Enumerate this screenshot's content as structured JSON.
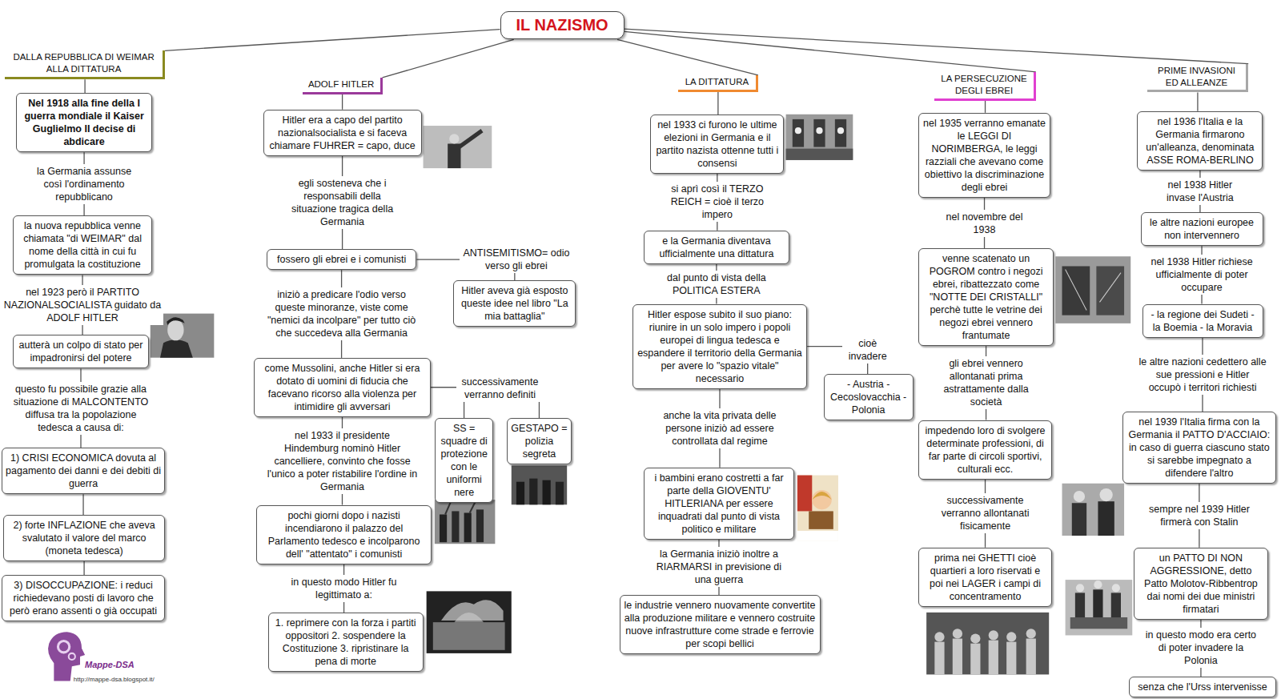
{
  "diagram": {
    "nodes": [
      {
        "text": [
          "IL NAZISMO"
        ]
      },
      {
        "text": [
          "DALLA REPUBBLICA DI WEIMAR ALLA DITTATURA"
        ]
      },
      {
        "text": [
          "Nel 1918 alla fine della I guerra mondiale il Kaiser Guglielmo II decise di abdicare"
        ]
      },
      {
        "text": [
          "la nuova repubblica venne chiamata \"di WEIMAR\" dal nome della città in cui fu promulgata la costituzione"
        ]
      },
      {
        "text": [
          "autterà un colpo di stato per impadronirsi del potere"
        ]
      },
      {
        "text": [
          "1) CRISI ECONOMICA dovuta al pagamento dei danni e dei debiti di guerra"
        ]
      },
      {
        "text": [
          "2) forte INFLAZIONE che aveva svalutato il valore del marco (moneta tedesca)"
        ]
      },
      {
        "text": [
          "3) DISOCCUPAZIONE: i reduci richiedevano posti di lavoro che però erano assenti o già occupati"
        ]
      },
      {
        "text": [
          "ADOLF HITLER"
        ]
      },
      {
        "text": [
          "Hitler era a capo del partito nazionalsocialista e si faceva chiamare FUHRER = capo, duce"
        ]
      },
      {
        "text": [
          "fossero gli ebrei e i comunisti"
        ]
      },
      {
        "text": [
          "Hitler aveva già esposto queste idee nel libro \"La mia battaglia\""
        ]
      },
      {
        "text": [
          "come Mussolini, anche Hitler si era dotato di uomini di fiducia che facevano ricorso alla violenza per intimidire gli avversari"
        ]
      },
      {
        "text": [
          "SS = squadre di protezione con le uniformi nere"
        ]
      },
      {
        "text": [
          "GESTAPO = polizia segreta"
        ]
      },
      {
        "text": [
          "pochi giorni dopo i nazisti incendiarono il palazzo del Parlamento tedesco e incolparono dell' \"attentato\" i comunisti"
        ]
      },
      {
        "text": [
          "1. reprimere con la forza i partiti oppositori 2. sospendere la Costituzione 3. ripristinare la pena di morte"
        ]
      },
      {
        "text": [
          "LA DITTATURA"
        ]
      },
      {
        "text": [
          "nel 1933 ci furono le ultime elezioni in Germania e il partito nazista ottenne tutti i consensi"
        ]
      },
      {
        "text": [
          "e la Germania diventava ufficialmente una dittatura"
        ]
      },
      {
        "text": [
          "Hitler espose subito il suo piano: riunire in un solo impero i popoli europei di lingua tedesca e espandere il territorio della Germania per avere lo \"spazio vitale\" necessario"
        ]
      },
      {
        "text": [
          "- Austria - Cecoslovacchia - Polonia"
        ]
      },
      {
        "text": [
          "i bambini erano costretti a far parte della GIOVENTU' HITLERIANA per essere inquadrati dal punto di vista politico e militare"
        ]
      },
      {
        "text": [
          "le industrie vennero nuovamente convertite alla produzione militare e vennero costruite nuove infrastrutture come strade e ferrovie per scopi bellici"
        ]
      },
      {
        "text": [
          "LA PERSECUZIONE DEGLI EBREI"
        ]
      },
      {
        "text": [
          "nel 1935 verranno emanate le LEGGI DI NORIMBERGA, le leggi razziali che avevano come obiettivo la discriminazione degli ebrei"
        ]
      },
      {
        "text": [
          "venne scatenato un POGROM contro i negozi ebrei, ribattezzato come \"NOTTE DEI CRISTALLI\" perchè tutte le vetrine dei negozi ebrei vennero frantumate"
        ]
      },
      {
        "text": [
          "impedendo loro di svolgere determinate professioni, di far parte di circoli sportivi, culturali ecc."
        ]
      },
      {
        "text": [
          "prima nei GHETTI cioè quartieri a loro riservati e poi nei LAGER i campi di concentramento"
        ]
      },
      {
        "text": [
          "PRIME INVASIONI ED ALLEANZE"
        ]
      },
      {
        "text": [
          "nel 1936 l'Italia e la Germania firmarono un'alleanza, denominata ASSE ROMA-BERLINO"
        ]
      },
      {
        "text": [
          "le altre nazioni europee non intervennero"
        ]
      },
      {
        "text": [
          "- la regione dei Sudeti - la Boemia - la Moravia"
        ]
      },
      {
        "text": [
          "nel 1939 l'Italia firma con la Germania il PATTO D'ACCIAIO: in caso di guerra ciascuno stato si sarebbe impegnato a difendere l'altro"
        ]
      },
      {
        "text": [
          "un PATTO DI NON AGGRESSIONE, detto Patto Molotov-Ribbentrop dai nomi dei due ministri firmatari"
        ]
      },
      {
        "text": [
          "senza che l'Urss intervenisse"
        ]
      }
    ],
    "edges": [
      {
        "from": 0,
        "to": 1,
        "arrow": "none"
      },
      {
        "from": 0,
        "to": 8,
        "arrow": "none"
      },
      {
        "from": 0,
        "to": 17,
        "arrow": "none"
      },
      {
        "from": 0,
        "to": 24,
        "arrow": "none"
      },
      {
        "from": 0,
        "to": 29,
        "arrow": "none"
      },
      {
        "from": 1,
        "to": 2,
        "arrow": "none"
      },
      {
        "from": 2,
        "to": 3,
        "label": "la Germania assunse così l'ordinamento repubblicano",
        "arrow": "none"
      },
      {
        "from": 3,
        "to": 4,
        "label": "nel 1923 però il PARTITO NAZIONALSOCIALISTA guidato da ADOLF HITLER",
        "arrow": "none"
      },
      {
        "from": 4,
        "to": 5,
        "label": "questo fu possibile grazie alla situazione di MALCONTENTO diffusa tra la popolazione tedesca a causa di:",
        "arrow": "none"
      },
      {
        "from": 5,
        "to": 6,
        "arrow": "none"
      },
      {
        "from": 6,
        "to": 7,
        "arrow": "none"
      },
      {
        "from": 8,
        "to": 9,
        "arrow": "none"
      },
      {
        "from": 9,
        "to": 10,
        "label": "egli sosteneva che i responsabili della situazione tragica della Germania",
        "arrow": "none"
      },
      {
        "from": 10,
        "to": 11,
        "label": "ANTISEMITISMO= odio verso gli ebrei",
        "arrow": "none"
      },
      {
        "from": 10,
        "to": 12,
        "label": "iniziò a predicare l'odio verso queste minoranze, viste come \"nemici da incolpare\" per tutto ciò che succedeva alla Germania",
        "arrow": "none"
      },
      {
        "from": 12,
        "to": 13,
        "label": "successivamente verranno definiti",
        "arrow": "none"
      },
      {
        "from": 12,
        "to": 14,
        "arrow": "none"
      },
      {
        "from": 12,
        "to": 15,
        "label": "nel 1933 il presidente Hindemburg nominò Hitler cancelliere, convinto che fosse l'unico a poter ristabilire l'ordine in Germania",
        "arrow": "none"
      },
      {
        "from": 15,
        "to": 16,
        "label": "in questo modo Hitler fu legittimato a:",
        "arrow": "none"
      },
      {
        "from": 17,
        "to": 18,
        "arrow": "none"
      },
      {
        "from": 18,
        "to": 19,
        "label": "si aprì così il TERZO REICH = cioè il terzo impero",
        "arrow": "none"
      },
      {
        "from": 19,
        "to": 20,
        "label": "dal punto di vista della POLITICA ESTERA",
        "arrow": "none"
      },
      {
        "from": 20,
        "to": 21,
        "label": "cioè invadere",
        "arrow": "none"
      },
      {
        "from": 20,
        "to": 22,
        "label": "anche la vita privata delle persone iniziò ad essere controllata dal regime",
        "arrow": "none"
      },
      {
        "from": 22,
        "to": 23,
        "label": "la Germania iniziò inoltre a RIARMARSI in previsione di una guerra",
        "arrow": "none"
      },
      {
        "from": 24,
        "to": 25,
        "arrow": "none"
      },
      {
        "from": 25,
        "to": 26,
        "label": "nel novembre del 1938",
        "arrow": "none"
      },
      {
        "from": 26,
        "to": 27,
        "label": "gli ebrei vennero allontanati prima astrattamente dalla società",
        "arrow": "none"
      },
      {
        "from": 27,
        "to": 28,
        "label": "successivamente verranno allontanati fisicamente",
        "arrow": "none"
      },
      {
        "from": 29,
        "to": 30,
        "arrow": "none"
      },
      {
        "from": 30,
        "to": 31,
        "label": "nel 1938 Hitler invase l'Austria",
        "arrow": "none"
      },
      {
        "from": 31,
        "to": 32,
        "label": "nel 1938 Hitler richiese ufficialmente di poter occupare",
        "arrow": "none"
      },
      {
        "from": 32,
        "to": 33,
        "label": "le altre nazioni cedettero alle sue pressioni e Hitler occupò i territori richiesti",
        "arrow": "none"
      },
      {
        "from": 33,
        "to": 34,
        "label": "sempre nel 1939 Hitler firmerà con Stalin",
        "arrow": "none"
      },
      {
        "from": 34,
        "to": 35,
        "label": "in questo modo era certo di poter invadere la Polonia",
        "arrow": "none"
      }
    ],
    "labels": [
      "Mappe-DSA",
      "http://mappe-dsa.blogspot.it/"
    ]
  }
}
